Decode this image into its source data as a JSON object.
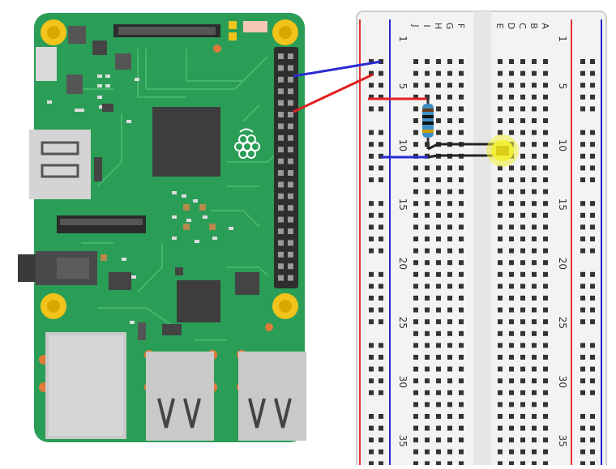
{
  "colors": {
    "pcb": "#2a9d57",
    "pcb_dark": "#1f8748",
    "trace": "#4fbb6e",
    "mount_ring": "#f2c31a",
    "chip": "#3d3d3d",
    "header": "#2e2e2e",
    "breadboard": "#f3f3f3",
    "rail_red": "#e53030",
    "rail_blue": "#2222cc",
    "wire_blue": "#2a2ad4",
    "wire_red": "#e02020",
    "led": "#f2ef3a",
    "resistor": "#3f8fc6",
    "hole": "#333333"
  },
  "breadboard": {
    "column_letters_left": [
      "J",
      "I",
      "H",
      "G",
      "F"
    ],
    "column_letters_right": [
      "E",
      "D",
      "C",
      "B",
      "A"
    ],
    "row_numbers": [
      "1",
      "5",
      "10",
      "15",
      "20",
      "25",
      "30",
      "35"
    ]
  },
  "components": {
    "board": "raspberry-pi",
    "resistor": "resistor",
    "led": "led"
  }
}
